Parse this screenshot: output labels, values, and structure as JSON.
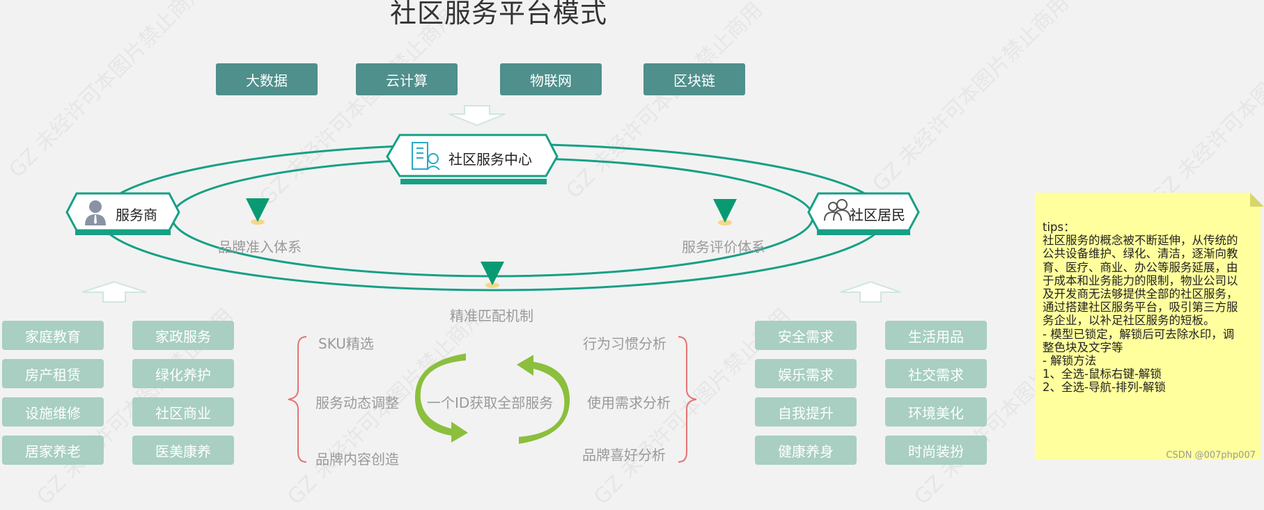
{
  "title": "社区服务平台模式",
  "tech_row": [
    "大数据",
    "云计算",
    "物联网",
    "区块链"
  ],
  "center_node": "社区服务中心",
  "left_node": "服务商",
  "right_node": "社区居民",
  "ellipse_labels": {
    "left": "品牌准入体系",
    "right": "服务评价体系",
    "bottom": "精准匹配机制"
  },
  "left_categories": [
    "家庭教育",
    "家政服务",
    "房产租赁",
    "绿化养护",
    "设施维修",
    "社区商业",
    "居家养老",
    "医美康养"
  ],
  "right_categories": [
    "安全需求",
    "生活用品",
    "娱乐需求",
    "社交需求",
    "自我提升",
    "环境美化",
    "健康养身",
    "时尚装扮"
  ],
  "middle_left_items": [
    "SKU精选",
    "服务动态调整",
    "品牌内容创造"
  ],
  "middle_right_items": [
    "行为习惯分析",
    "使用需求分析",
    "品牌喜好分析"
  ],
  "middle_center": "一个ID获取全部服务",
  "tips": {
    "text": "tips：\n社区服务的概念被不断延伸，从传统的公共设备维护、绿化、清洁，逐渐向教育、医疗、商业、办公等服务延展，由于成本和业务能力的限制，物业公司以及开发商无法够提供全部的社区服务，通过搭建社区服务平台，吸引第三方服务企业，以补足社区服务的短板。\n- 模型已锁定，解锁后可去除水印，调整色块及文字等\n- 解锁方法\n1、全选-鼠标右键-解锁\n2、全选-导航-排列-解锁"
  },
  "watermark_text": "GZ 未经许可本图片禁止商用",
  "credit": "CSDN @007php007",
  "colors": {
    "teal": "#16a085",
    "tech_box": "#4f8f8c",
    "category_box": "#a8cfc1",
    "green_arrow": "#7cb342",
    "bracket": "#e57373",
    "tips_bg": "#ffff9d"
  }
}
